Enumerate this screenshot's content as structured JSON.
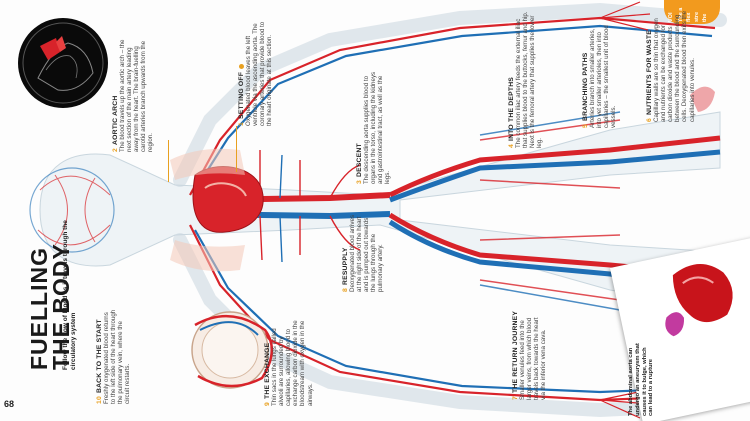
{
  "page_number": "68",
  "title": {
    "line1": "FUELLING",
    "line2": "THE BODY",
    "subtitle": "Follow the flow of blood as it travels through the circulatory system"
  },
  "tab": {
    "partial": [
      "VOI",
      "The a",
      "flex",
      "stre",
      "the"
    ]
  },
  "colors": {
    "artery": "#d8232a",
    "vein": "#1f6fb5",
    "accent": "#e8a020",
    "tab": "#f29a1e"
  },
  "captions": [
    {
      "num": "1",
      "heading": "SETTING OFF",
      "body": "Oxygenated blood leaves the left ventricle via the ascending aorta. The coronary arteries that provide blood to the heart originate at this section."
    },
    {
      "num": "2",
      "heading": "AORTIC ARCH",
      "body": "The blood travels up the aortic arch – the next section of the main artery leading away from the heart. The brain-fuelling carotid arteries branch upwards from the region."
    },
    {
      "num": "3",
      "heading": "DESCENT",
      "body": "The descending aorta supplies blood to organs in the torso, including the kidneys and gastrointestinal tract, as well as the legs."
    },
    {
      "num": "4",
      "heading": "INTO THE DEPTHS",
      "body": "The common iliac artery feeds the external iliac that supplies blood to the buttocks, femur and hip. Next is the femoral artery that supplies the lower leg."
    },
    {
      "num": "5",
      "heading": "BRANCHING PATHS",
      "body": "Arteries branch into smaller arteries, into yet smaller arterioles, then into capillaries – the smallest unit of blood vessels."
    },
    {
      "num": "6",
      "heading": "NUTRIENTS FOR WASTE",
      "body": "Capillary walls are so thin that oxygen and nutrients can be exchanged for carbon dioxide and waste products between the blood and the surrounding cells. Deoxygenated blood then exits the capillaries into venules."
    },
    {
      "num": "7",
      "heading": "THE RETURN JOURNEY",
      "body": "Smaller venules feed into the larger veins, from which blood travels back towards the heart via the inferior vena cava."
    },
    {
      "num": "8",
      "heading": "RESUPPLY",
      "body": "Deoxygenated blood arrives at the right side of the heart and is pumped out towards the lungs through the pulmonary artery."
    },
    {
      "num": "9",
      "heading": "THE EXCHANGE",
      "body": "Thin sacs in the lungs called alveoli are surrounded by capillaries, allowing blood to exchange carbon dioxide in the bloodstream with oxygen in the airways."
    },
    {
      "num": "10",
      "heading": "BACK TO THE START",
      "body": "Freshly oxygenated blood returns to the left side of the heart through the pulmonary vein, where the circuit restarts."
    }
  ],
  "note": {
    "text": "The abdominal aorta can undergo an aneurysm that causes it to bulge, which can lead to a rupture"
  }
}
